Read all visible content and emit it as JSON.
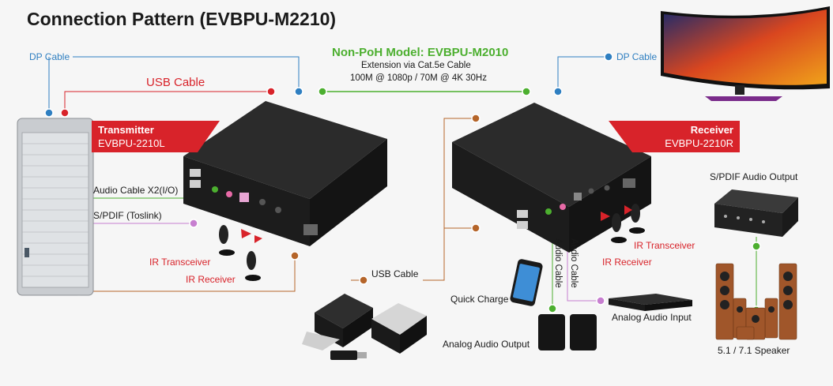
{
  "title": "Connection Pattern (EVBPU-M2210)",
  "center_header": {
    "model": "Non-PoH Model: EVBPU-M2010",
    "line1": "Extension via Cat.5e Cable",
    "line2": "100M @ 1080p / 70M @ 4K 30Hz"
  },
  "transmitter": {
    "label": "Transmitter",
    "model": "EVBPU-2210L"
  },
  "receiver": {
    "label": "Receiver",
    "model": "EVBPU-2210R"
  },
  "labels": {
    "dp_cable_left": "DP Cable",
    "dp_cable_right": "DP Cable",
    "usb_cable_top": "USB Cable",
    "audio_cable_x2": "Audio Cable X2(I/O)",
    "spdif_toslink": "S/PDIF (Toslink)",
    "ir_transceiver_left": "IR Transceiver",
    "ir_receiver_left": "IR Receiver",
    "usb_cable_bottom": "USB Cable",
    "quick_charge": "Quick Charge",
    "audio_cable_1": "Audio Cable",
    "audio_cable_2": "Audio Cable",
    "analog_audio_output": "Analog Audio Output",
    "analog_audio_input": "Analog Audio Input",
    "ir_transceiver_right": "IR Transceiver",
    "ir_receiver_right": "IR Receiver",
    "spdif_audio_output": "S/PDIF Audio Output",
    "speaker": "5.1 / 7.1 Speaker"
  },
  "colors": {
    "dp": "#2f7fc1",
    "usb": "#d8232a",
    "cat5e": "#4caf2f",
    "audio": "#4caf2f",
    "spdif": "#c77fd0",
    "ir": "#b5652a",
    "banner": "#d8232a"
  }
}
